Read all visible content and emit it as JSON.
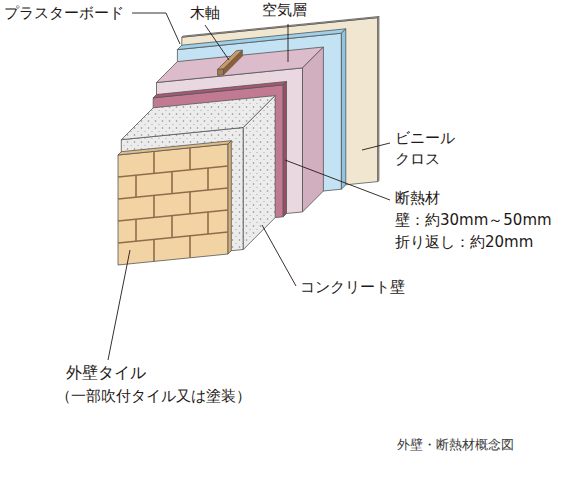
{
  "diagram": {
    "caption": "外壁・断熱材概念図",
    "labels": [
      "プラスターボード",
      "木軸",
      "空気層",
      "ビニール クロス",
      "断熱材",
      "壁：約30mm～50mm",
      "折り返し：約20mm",
      "コンクリート壁",
      "外壁タイル",
      "（一部吹付タイル又は塗装）"
    ]
  }
}
